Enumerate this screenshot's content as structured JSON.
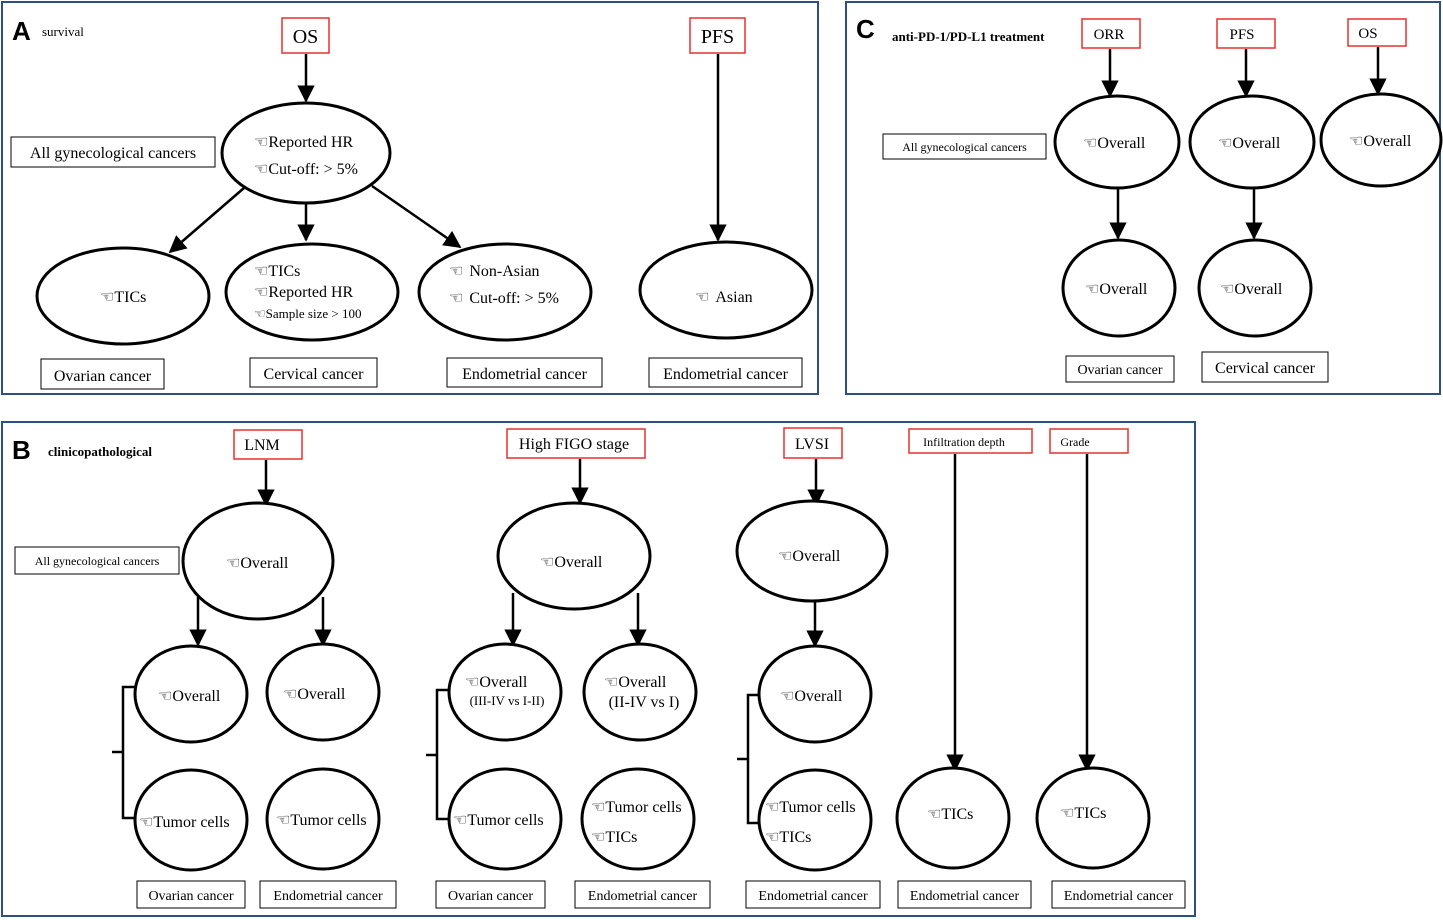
{
  "panels": {
    "a": {
      "letter": "A",
      "title": "survival"
    },
    "b": {
      "letter": "B",
      "title": "clinicopathological"
    },
    "c": {
      "letter": "C",
      "title": "anti-PD-1/PD-L1 treatment"
    }
  },
  "bullet": "☜",
  "panel_a": {
    "os": "OS",
    "pfs": "PFS",
    "all_gyn": "All gynecological  cancers",
    "os_overall": [
      "Reported HR",
      "Cut-off:  > 5%"
    ],
    "ovarian_node": [
      "TICs"
    ],
    "cervical_node": [
      "TICs",
      "Reported HR",
      "Sample size > 100"
    ],
    "endometrial_node": [
      "Non-Asian",
      "Cut-off:  > 5%"
    ],
    "pfs_node": [
      "Asian"
    ],
    "labels": {
      "ovarian": "Ovarian  cancer",
      "cervical": "Cervical  cancer",
      "endometrial": "Endometrial  cancer",
      "endometrial2": "Endometrial  cancer"
    }
  },
  "panel_b": {
    "lnm": "LNM",
    "figo": "High FIGO stage",
    "lvsi": "LVSI",
    "infiltration": "Infiltration depth",
    "grade": "Grade",
    "all_gyn": "All gynecological cancers",
    "lnm_overall": "Overall",
    "lnm_ov_overall": "Overall",
    "lnm_ov_tumor": "Tumor cells",
    "lnm_en_overall": "Overall",
    "lnm_en_tumor": "Tumor cells",
    "figo_overall": "Overall",
    "figo_ov_overall": [
      "Overall",
      "(III-IV vs I-II)"
    ],
    "figo_ov_tumor": "Tumor cells",
    "figo_en_overall": [
      "Overall",
      "(II-IV vs I)"
    ],
    "figo_en_tumor": [
      "Tumor cells",
      "TICs"
    ],
    "lvsi_overall": "Overall",
    "lvsi_en_overall": "Overall",
    "lvsi_en_tumor": [
      "Tumor cells",
      "TICs"
    ],
    "infil_tics": "TICs",
    "grade_tics": "TICs",
    "labels": {
      "ov1": "Ovarian cancer",
      "en1": "Endometrial cancer",
      "ov2": "Ovarian cancer",
      "en2": "Endometrial cancer",
      "en3": "Endometrial cancer",
      "en4": "Endometrial cancer",
      "en5": "Endometrial cancer"
    }
  },
  "panel_c": {
    "orr": "ORR",
    "pfs": "PFS",
    "os": "OS",
    "all_gyn": "All gynecological cancers",
    "orr_overall": "Overall",
    "pfs_overall": "Overall",
    "os_overall": "Overall",
    "ov_overall": "Overall",
    "cv_overall": "Overall",
    "labels": {
      "ovarian": "Ovarian cancer",
      "cervical": "Cervical  cancer"
    }
  }
}
